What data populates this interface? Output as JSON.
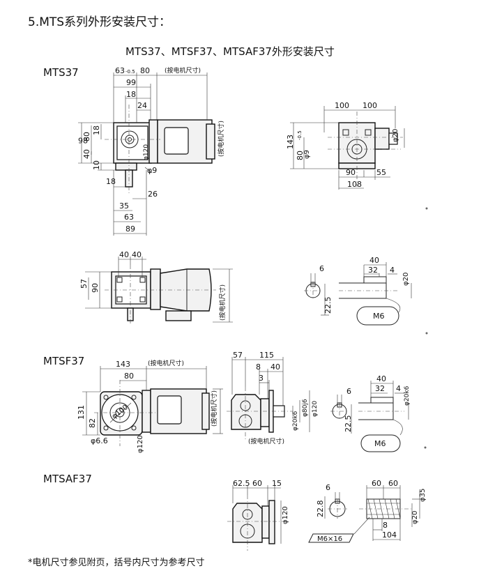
{
  "heading": "5.MTS系列外形安装尺寸：",
  "subheading": "MTS37、MTSF37、MTSAF37外形安装尺寸",
  "sections": {
    "mts37": "MTS37",
    "mtsf37": "MTSF37",
    "mtsaf37": "MTSAF37"
  },
  "footnote": "*电机尺寸参见附页，括号内尺寸为参考尺寸",
  "motor_ref": "(按电机尺寸)",
  "dims": {
    "mts37_front": {
      "d63": "63",
      "tol": "-0.5",
      "d80": "80",
      "d99": "99",
      "d18a": "18",
      "d24": "24",
      "d98": "98",
      "d80v": "80",
      "d18v": "18",
      "d40v": "40",
      "d10v": "10",
      "phi120": "φ120",
      "phi9": "φ9",
      "d18b": "18",
      "d26": "26",
      "d35": "35",
      "d63b": "63",
      "d89": "89"
    },
    "mts37_side": {
      "d100a": "100",
      "d100b": "100",
      "phi20": "φ20",
      "d143": "143",
      "d80": "80",
      "tol": "-0.5",
      "phi9": "φ9",
      "d90": "90",
      "d55": "55",
      "d108": "108"
    },
    "mts37_top": {
      "d40a": "40",
      "d40b": "40",
      "d57": "57",
      "d90": "90"
    },
    "mts37_shaft": {
      "d6": "6",
      "d22_5": "22.5",
      "d40": "40",
      "d32": "32",
      "d4": "4",
      "phi20": "φ20",
      "m6": "M6"
    },
    "mtsf37_front": {
      "d143": "143",
      "d80": "80",
      "d131": "131",
      "d82": "82",
      "phi100": "φ100",
      "phi6_6": "φ6.6",
      "phi120": "φ120"
    },
    "mtsf37_side": {
      "d57": "57",
      "d115": "115",
      "d8": "8",
      "d40": "40",
      "d3": "3",
      "phi20k6": "φ20k6",
      "phi80j6": "φ80j6",
      "phi120": "φ120"
    },
    "mtsf37_shaft": {
      "d6": "6",
      "d22_5": "22.5",
      "d40": "40",
      "d32": "32",
      "d4": "4",
      "phi20k6": "φ20k6",
      "m6": "M6"
    },
    "mtsaf37_side": {
      "d62_5": "62.5",
      "d60": "60",
      "d15": "15",
      "phi120": "φ120"
    },
    "mtsaf37_shaft": {
      "d6": "6",
      "d22_8": "22.8",
      "d60a": "60",
      "d60b": "60",
      "phi35": "φ35",
      "phi20": "φ20",
      "d8": "8",
      "d104": "104",
      "m6x16": "M6×16"
    }
  }
}
